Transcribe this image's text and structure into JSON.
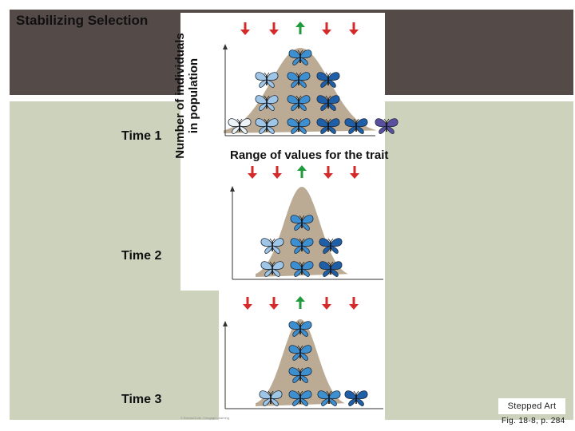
{
  "title": "Stabilizing Selection",
  "time_labels": [
    "Time 1",
    "Time 2",
    "Time 3"
  ],
  "y_axis_label": [
    "Number of individuals",
    "in population"
  ],
  "x_axis_label": "Range of values for the trait",
  "badge": "Stepped Art",
  "figure_ref": "Fig. 18-8, p. 284",
  "copyright": "© Brooks/Cole, Cengage Learning",
  "colors": {
    "dark_band": "#544a48",
    "sage_band": "#cdd2bd",
    "curve_fill": "#b8a78e",
    "arrow_red": "#d42a2a",
    "arrow_green": "#1f9a3c"
  },
  "panels": [
    {
      "name": "time-1",
      "arrows": [
        "red-down",
        "red-down",
        "green-up",
        "red-down",
        "red-down"
      ],
      "butterfly_rows": [
        [
          "mid-blue"
        ],
        [
          "light-blue",
          "mid-blue",
          "dark-blue"
        ],
        [
          "light-blue",
          "mid-blue",
          "dark-blue"
        ],
        [
          "white",
          "light-blue",
          "mid-blue",
          "dark-blue",
          "dark-blue",
          "purple"
        ]
      ]
    },
    {
      "name": "time-2",
      "arrows": [
        "red-down",
        "red-down",
        "green-up",
        "red-down",
        "red-down"
      ],
      "butterfly_rows": [
        [
          "mid-blue"
        ],
        [
          "light-blue",
          "mid-blue",
          "dark-blue"
        ],
        [
          "light-blue",
          "mid-blue",
          "dark-blue"
        ]
      ]
    },
    {
      "name": "time-3",
      "arrows": [
        "red-down",
        "red-down",
        "green-up",
        "red-down",
        "red-down"
      ],
      "butterfly_rows": [
        [
          "mid-blue"
        ],
        [
          "mid-blue"
        ],
        [
          "mid-blue"
        ],
        [
          "light-blue",
          "mid-blue",
          "mid-blue",
          "dark-blue"
        ]
      ]
    }
  ],
  "butterfly_colors": {
    "white": "#eef3f8",
    "light-blue": "#9fc6e6",
    "mid-blue": "#3e8fd0",
    "dark-blue": "#1f5fa8",
    "purple": "#5b4fa0"
  }
}
